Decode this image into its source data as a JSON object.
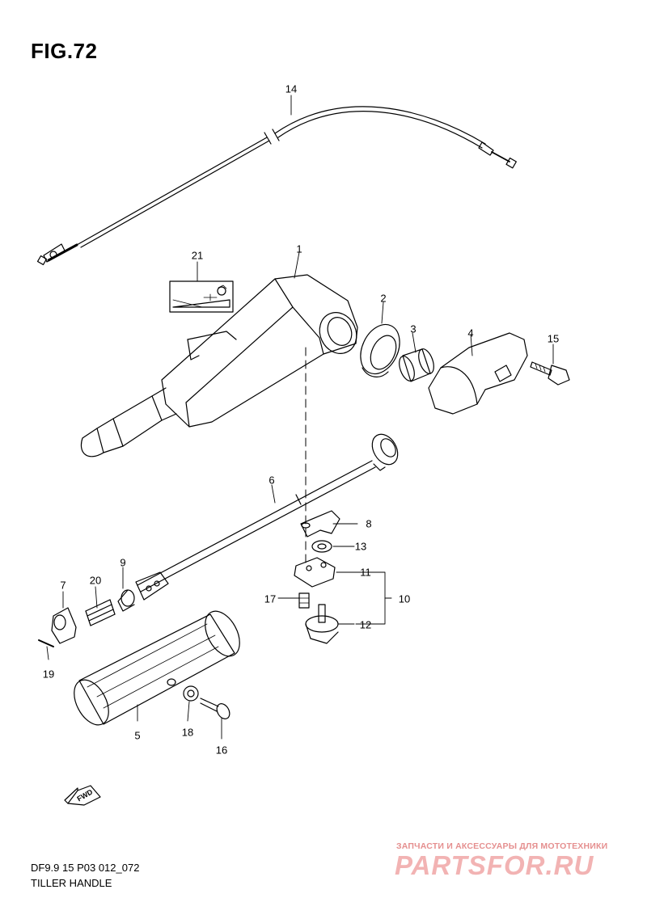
{
  "figure": {
    "title": "FIG.72",
    "code": "DF9.9 15 P03 012_072",
    "name": "TILLER HANDLE"
  },
  "callouts": [
    {
      "id": "c1",
      "text": "1"
    },
    {
      "id": "c2",
      "text": "2"
    },
    {
      "id": "c3",
      "text": "3"
    },
    {
      "id": "c4",
      "text": "4"
    },
    {
      "id": "c5",
      "text": "5"
    },
    {
      "id": "c6",
      "text": "6"
    },
    {
      "id": "c7",
      "text": "7"
    },
    {
      "id": "c8",
      "text": "8"
    },
    {
      "id": "c9",
      "text": "9"
    },
    {
      "id": "c10",
      "text": "10"
    },
    {
      "id": "c11",
      "text": "11"
    },
    {
      "id": "c12",
      "text": "12"
    },
    {
      "id": "c13",
      "text": "13"
    },
    {
      "id": "c14",
      "text": "14"
    },
    {
      "id": "c15",
      "text": "15"
    },
    {
      "id": "c16",
      "text": "16"
    },
    {
      "id": "c17",
      "text": "17"
    },
    {
      "id": "c18",
      "text": "18"
    },
    {
      "id": "c19",
      "text": "19"
    },
    {
      "id": "c20",
      "text": "20"
    },
    {
      "id": "c21",
      "text": "21"
    }
  ],
  "fwd_marker": {
    "text": "FWD"
  },
  "watermark": {
    "top_line": "ЗАПЧАСТИ И АКСЕССУАРЫ ДЛЯ МОТОТЕХНИКИ",
    "brand": "PARTSFOR.RU"
  }
}
